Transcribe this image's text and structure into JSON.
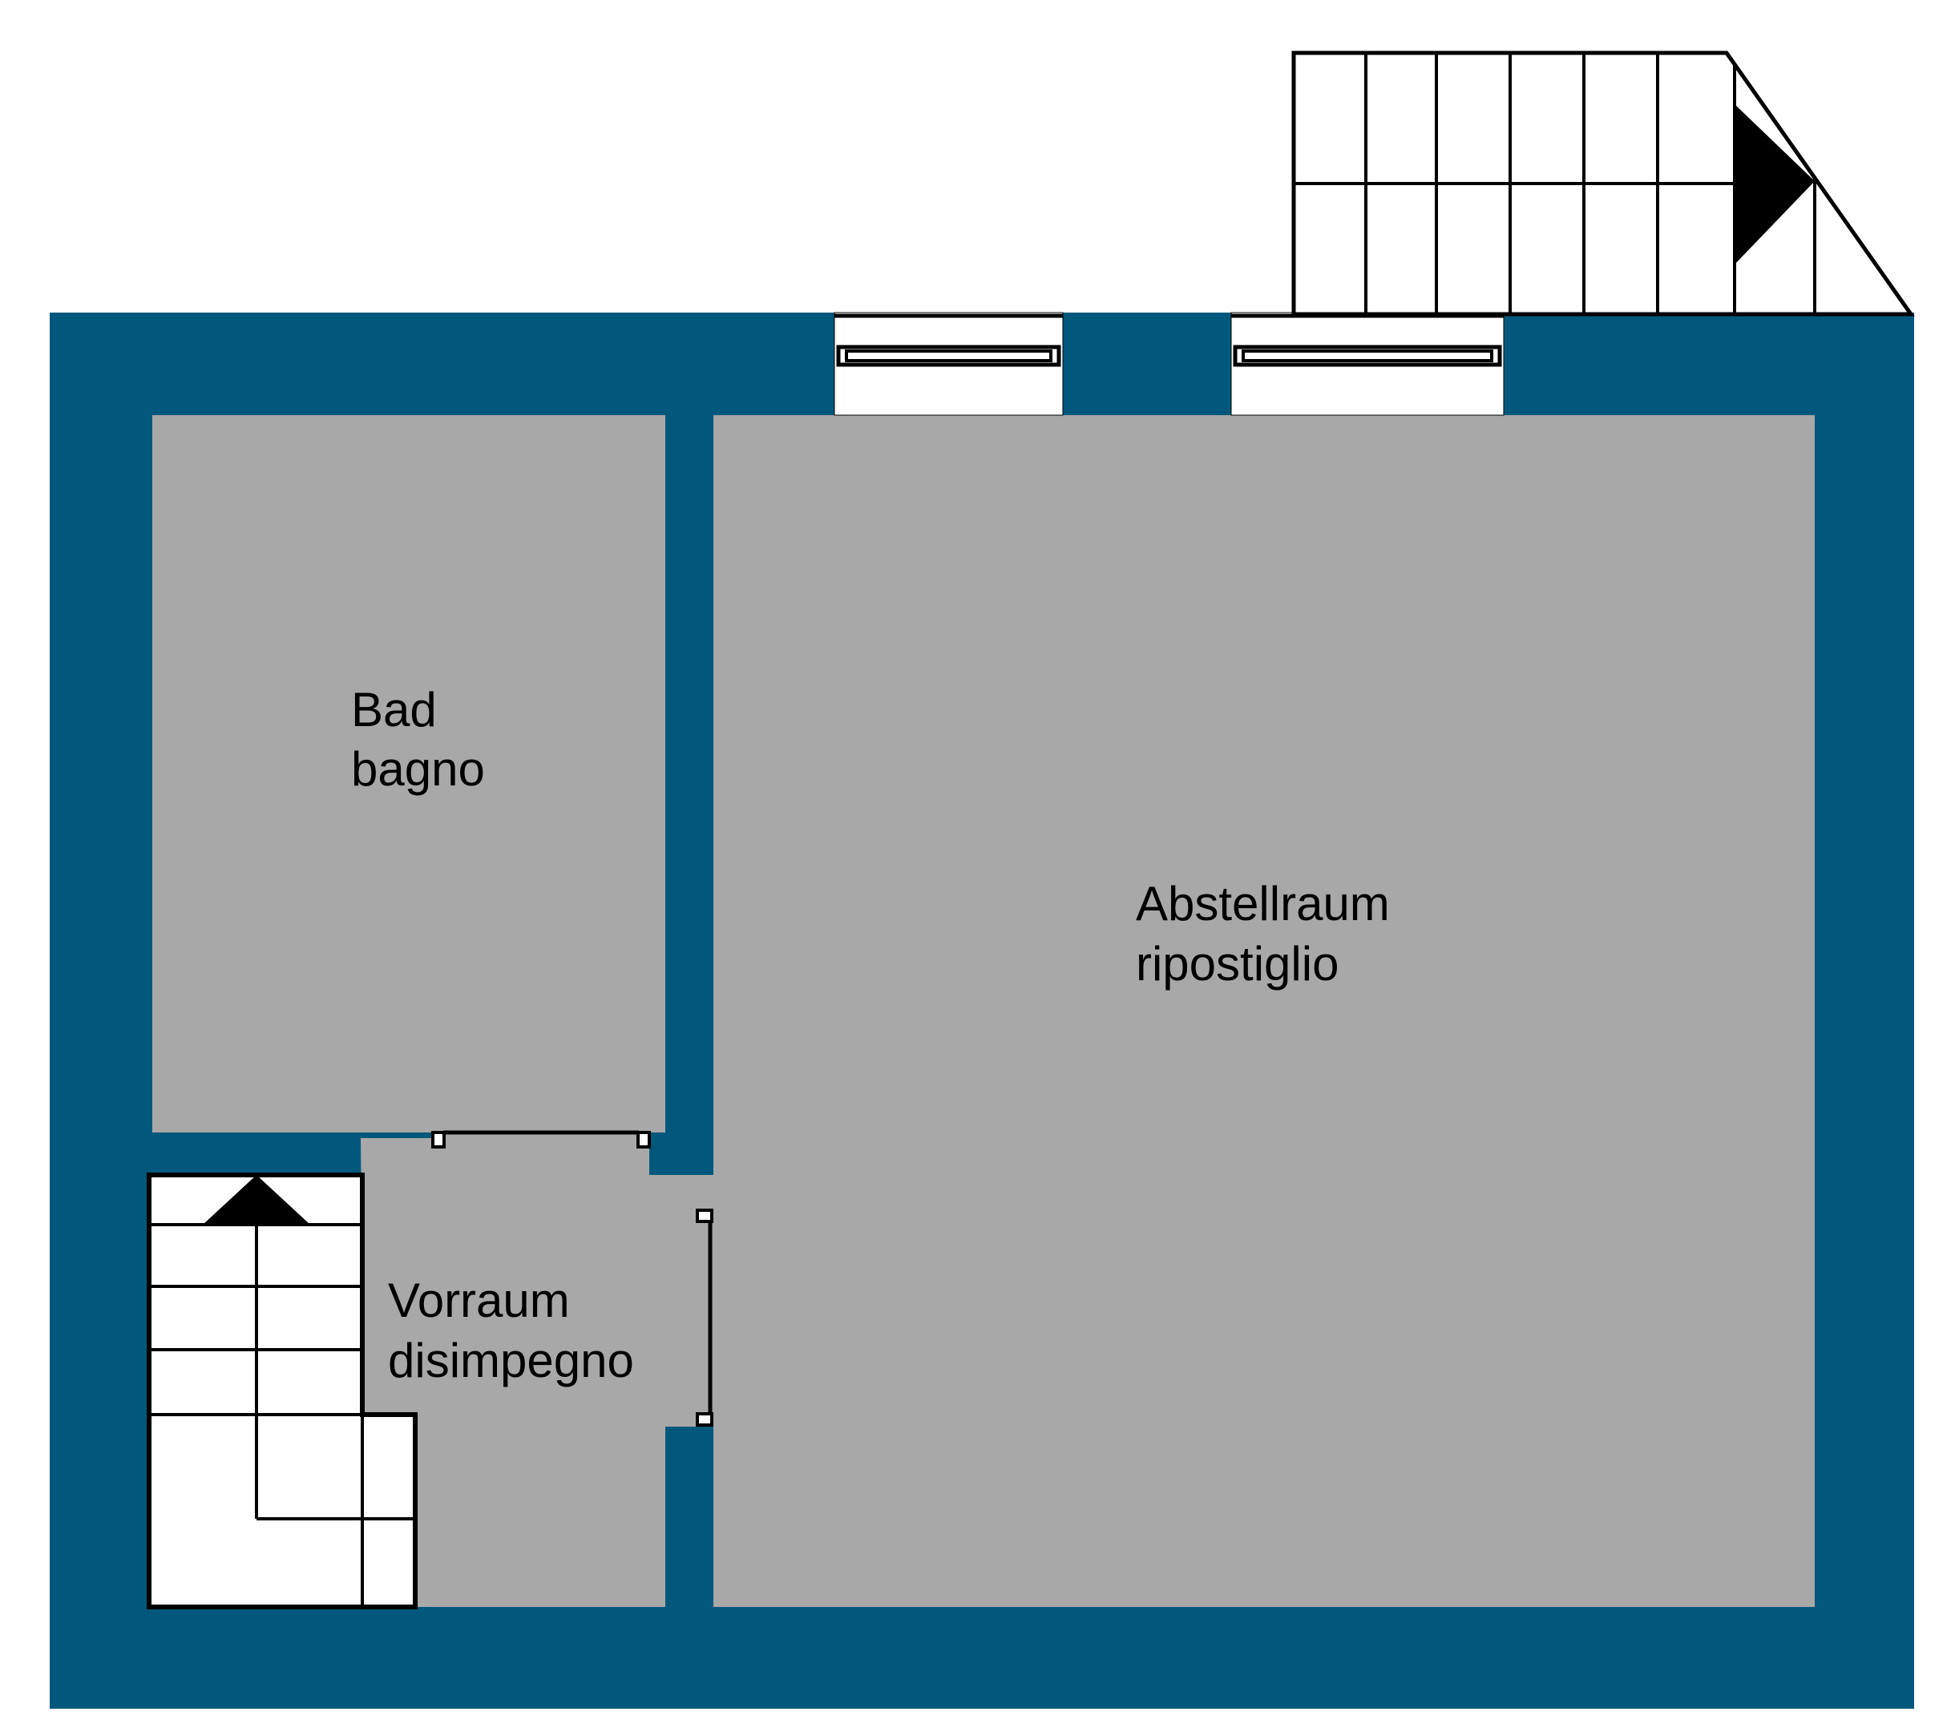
{
  "colors": {
    "wall": "#02587c",
    "floor": "#a8a8a8",
    "line": "#000000",
    "opening": "#ffffff",
    "background": "#ffffff"
  },
  "rooms": {
    "bad": {
      "de": "Bad",
      "it": "bagno"
    },
    "abstellraum": {
      "de": "Abstellraum",
      "it": "ripostiglio"
    },
    "vorraum": {
      "de": "Vorraum",
      "it": "disimpegno"
    }
  },
  "icons": [
    "stair-direction-arrow-icon",
    "window-icon",
    "door-icon"
  ]
}
